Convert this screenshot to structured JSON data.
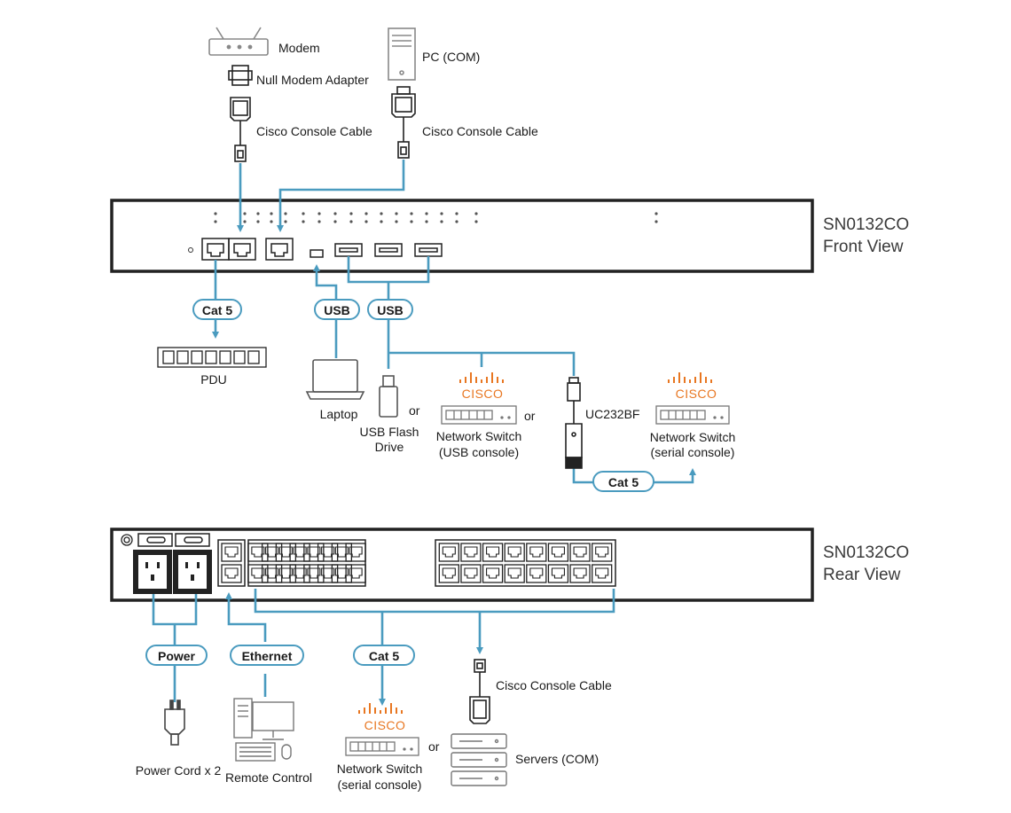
{
  "front": {
    "title_model": "SN0132CO",
    "title_view": "Front View",
    "top": {
      "modem": "Modem",
      "null_modem": "Null Modem Adapter",
      "console_cable_1": "Cisco Console Cable",
      "pc": "PC (COM)",
      "console_cable_2": "Cisco Console Cable"
    },
    "pills": {
      "cat5_pdu": "Cat 5",
      "usb_laptop": "USB",
      "usb_devices": "USB",
      "cat5_uc232": "Cat 5"
    },
    "pdu": "PDU",
    "laptop": "Laptop",
    "usb_flash": [
      "USB Flash",
      "Drive"
    ],
    "or_1": "or",
    "or_2": "or",
    "cisco_1": "CISCO",
    "switch_usb": [
      "Network Switch",
      "(USB console)"
    ],
    "uc232": "UC232BF",
    "cisco_2": "CISCO",
    "switch_serial": [
      "Network Switch",
      "(serial console)"
    ]
  },
  "rear": {
    "title_model": "SN0132CO",
    "title_view": "Rear View",
    "pills": {
      "power": "Power",
      "ethernet": "Ethernet",
      "cat5": "Cat 5"
    },
    "power_cord": "Power Cord x 2",
    "remote": "Remote Control",
    "cisco": "CISCO",
    "switch_serial": [
      "Network Switch",
      "(serial console)"
    ],
    "or": "or",
    "console_cable": "Cisco Console Cable",
    "servers": "Servers (COM)"
  },
  "colors": {
    "cable": "#4a9bbf",
    "cisco": "#e87722",
    "chassis": "#222222"
  }
}
